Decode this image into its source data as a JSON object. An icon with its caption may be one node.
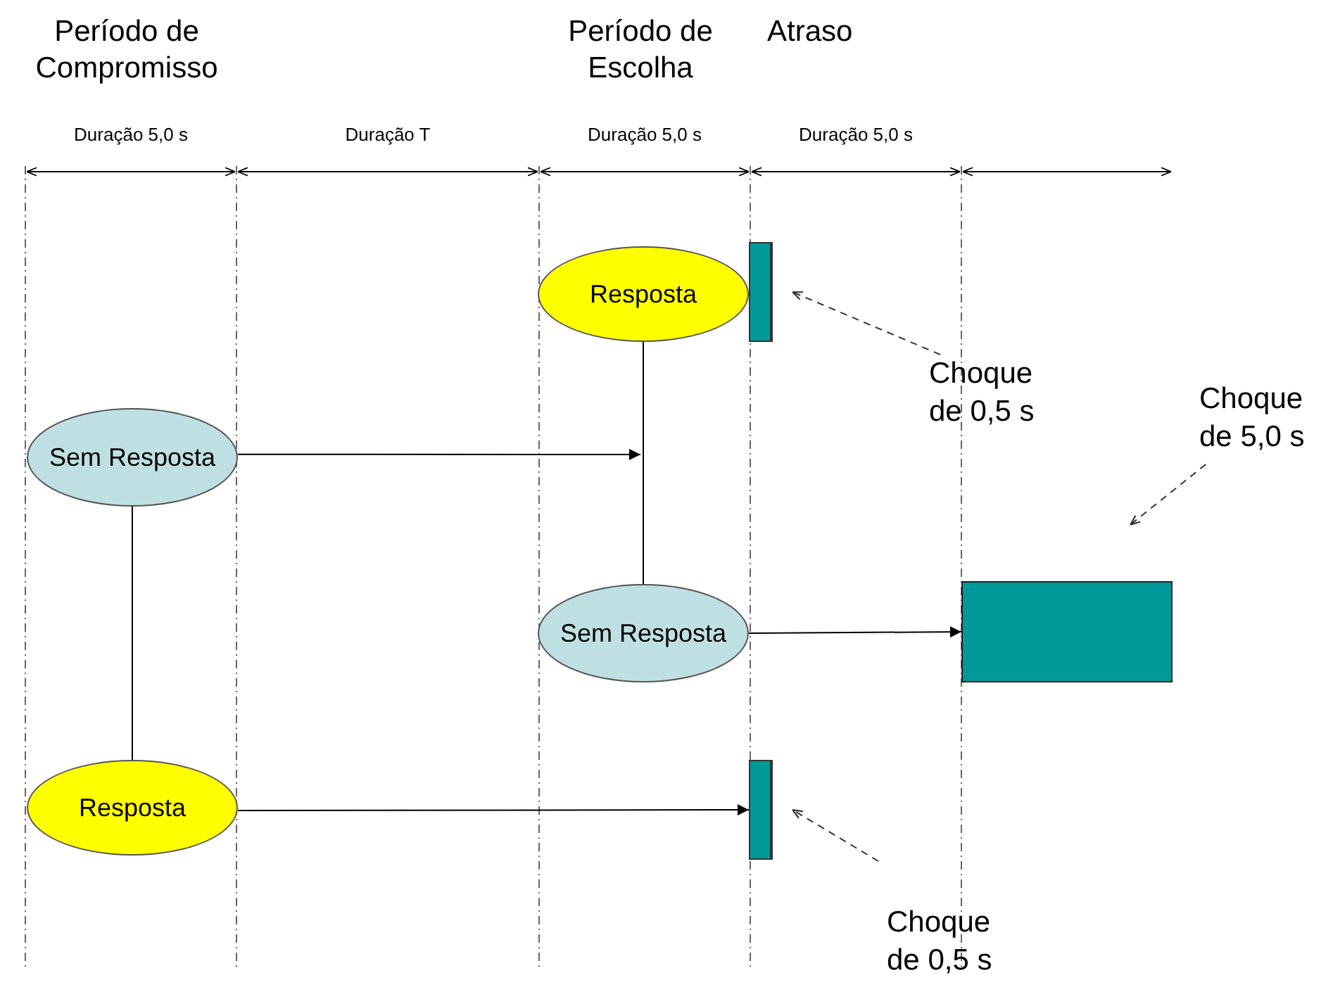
{
  "diagram": {
    "nodes": [
      {
        "text": [
          "Sem Resposta"
        ]
      },
      {
        "text": [
          "Resposta"
        ]
      },
      {
        "text": [
          "Resposta"
        ]
      },
      {
        "text": [
          "Sem Resposta"
        ]
      },
      {
        "text": [],
        "shape": "bar"
      },
      {
        "text": [],
        "shape": "box"
      },
      {
        "text": [],
        "shape": "bar"
      },
      {
        "text": [
          "Choque de 0,5 s"
        ]
      },
      {
        "text": [
          "Choque de 5,0 s"
        ]
      },
      {
        "text": [
          "Choque de 0,5 s"
        ]
      }
    ],
    "edges": [
      {
        "from": 0,
        "to": null,
        "arrow": "to"
      },
      {
        "from": 0,
        "to": 1,
        "arrow": "none"
      },
      {
        "from": 2,
        "to": 3,
        "arrow": "none"
      },
      {
        "from": 1,
        "to": 6,
        "arrow": "to"
      },
      {
        "from": 3,
        "to": 5,
        "arrow": "to"
      },
      {
        "from": 7,
        "to": 4,
        "arrow": "to",
        "style": "dashed"
      },
      {
        "from": 8,
        "to": 5,
        "arrow": "to",
        "style": "dashed"
      },
      {
        "from": 9,
        "to": 6,
        "arrow": "to",
        "style": "dashed"
      }
    ],
    "labels": [
      "Período de Compromisso",
      "Período de Escolha",
      "Atraso",
      "Duração 5,0 s",
      "Duração T",
      "Duração 5,0 s",
      "Duração 5,0 s"
    ]
  }
}
